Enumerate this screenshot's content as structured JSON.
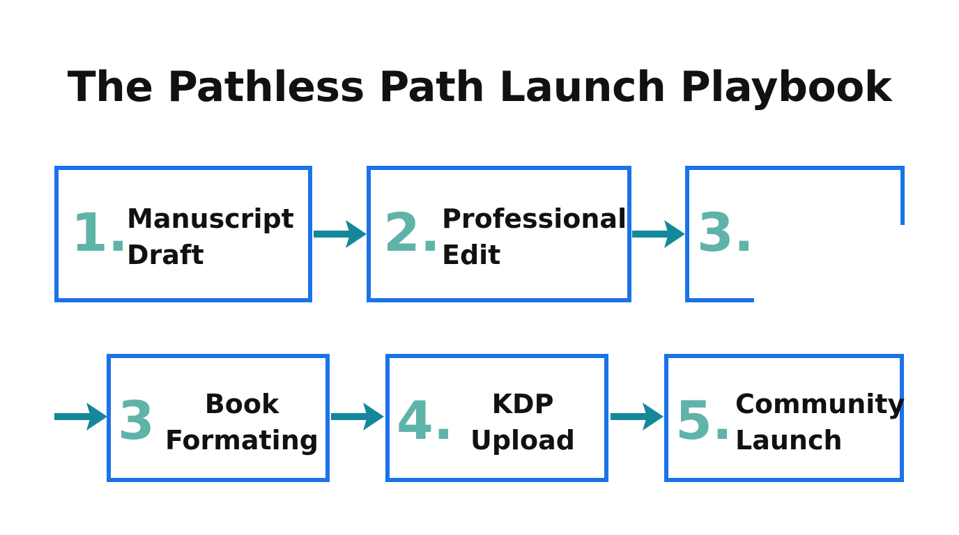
{
  "title": "The Pathless Path Launch Playbook",
  "colors": {
    "box_border": "#1a73e8",
    "number": "#5fb3a8",
    "arrow": "#14889a",
    "text": "#111111"
  },
  "row1": [
    {
      "number": "1.",
      "line1": "Manuscript",
      "line2": "Draft"
    },
    {
      "number": "2.",
      "line1": "Professional",
      "line2": "Edit"
    },
    {
      "number": "3.",
      "line1": "",
      "line2": ""
    }
  ],
  "row2": [
    {
      "number": "3",
      "line1": "Book",
      "line2": "Formating"
    },
    {
      "number": "4.",
      "line1": "KDP",
      "line2": "Upload"
    },
    {
      "number": "5.",
      "line1": "Community",
      "line2": "Launch"
    }
  ]
}
